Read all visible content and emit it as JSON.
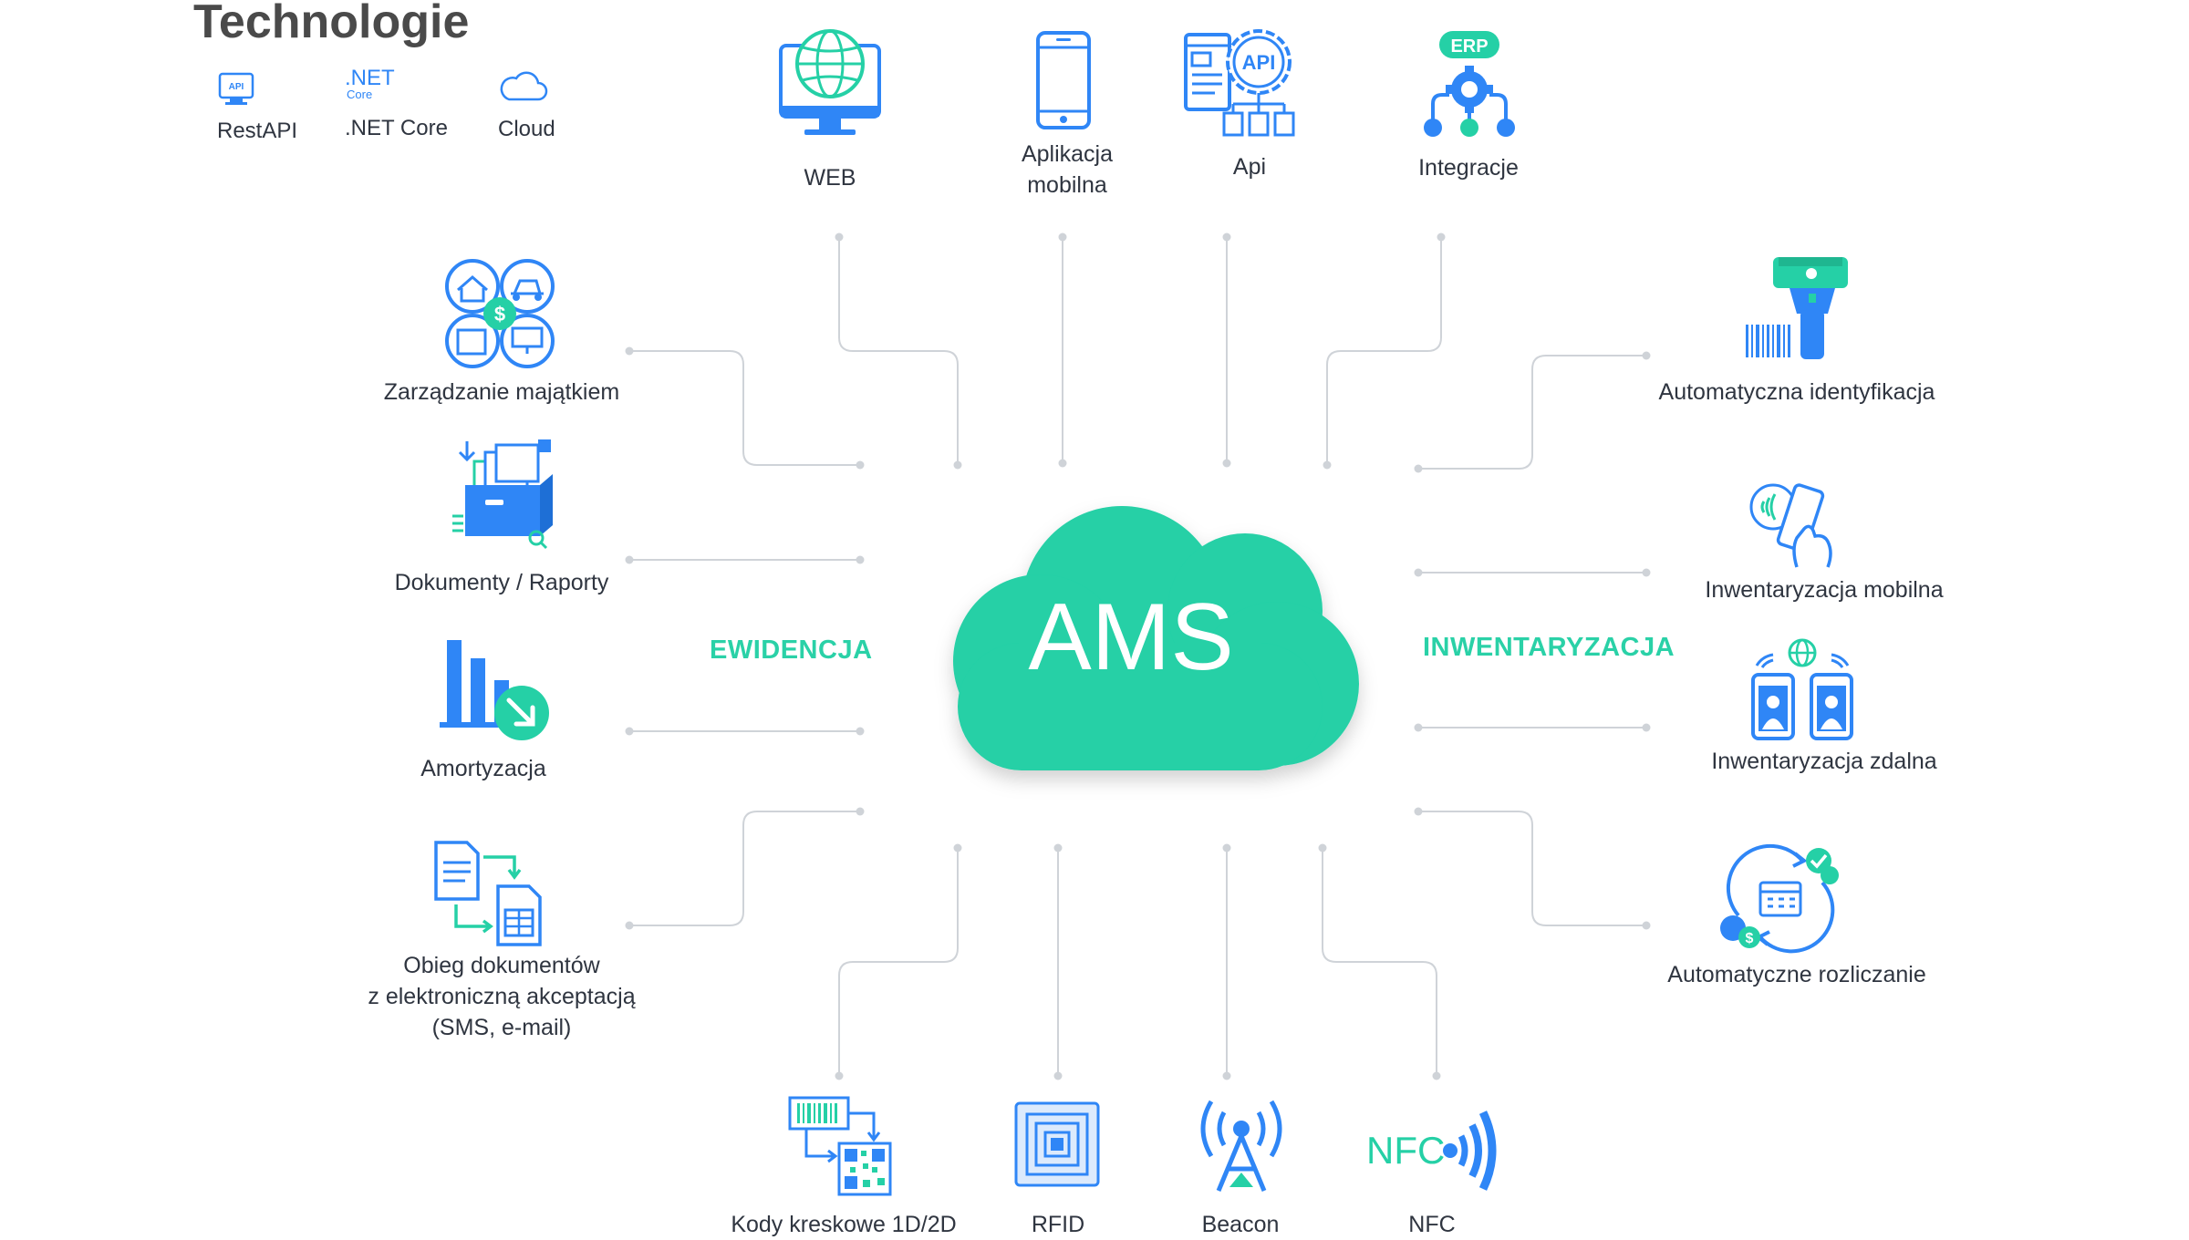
{
  "title": "Technologie",
  "technologies": [
    {
      "label": "RestAPI",
      "icon": "api-icon",
      "icon_text": "API"
    },
    {
      "label": ".NET Core",
      "icon": "dotnet-icon",
      "icon_text": ".NET",
      "icon_subtext": "Core"
    },
    {
      "label": "Cloud",
      "icon": "cloud-small-icon"
    }
  ],
  "center": {
    "label": "AMS",
    "color": "#25d0a6"
  },
  "sections": {
    "left": "EWIDENCJA",
    "right": "INWENTARYZACJA"
  },
  "top_items": [
    {
      "label": "WEB",
      "icon": "web-globe-icon"
    },
    {
      "label_line1": "Aplikacja",
      "label_line2": "mobilna",
      "icon": "smartphone-icon"
    },
    {
      "label": "Api",
      "icon": "api-gear-icon",
      "icon_text": "API"
    },
    {
      "label": "Integracje",
      "icon": "erp-integration-icon",
      "icon_text": "ERP"
    }
  ],
  "left_items": [
    {
      "label": "Zarządzanie majątkiem",
      "icon": "asset-management-icon"
    },
    {
      "label": "Dokumenty / Raporty",
      "icon": "documents-box-icon"
    },
    {
      "label": "Amortyzacja",
      "icon": "depreciation-chart-icon"
    },
    {
      "label_line1": "Obieg dokumentów",
      "label_line2": "z elektroniczną akceptacją",
      "label_line3": "(SMS, e-mail)",
      "icon": "document-flow-icon"
    }
  ],
  "right_items": [
    {
      "label": "Automatyczna identyfikacja",
      "icon": "barcode-scanner-icon"
    },
    {
      "label": "Inwentaryzacja mobilna",
      "icon": "mobile-nfc-hand-icon"
    },
    {
      "label": "Inwentaryzacja zdalna",
      "icon": "remote-inventory-icon"
    },
    {
      "label": "Automatyczne rozliczanie",
      "icon": "auto-settlement-icon"
    }
  ],
  "bottom_items": [
    {
      "label": "Kody kreskowe 1D/2D",
      "icon": "barcode-qr-icon"
    },
    {
      "label": "RFID",
      "icon": "rfid-tag-icon"
    },
    {
      "label": "Beacon",
      "icon": "beacon-antenna-icon"
    },
    {
      "label": "NFC",
      "icon": "nfc-icon",
      "icon_text": "NFC"
    }
  ],
  "colors": {
    "blue": "#2f86f6",
    "teal": "#25d0a6",
    "line": "#cfd3d8",
    "text": "#2f3540",
    "title": "#4a4a4a"
  }
}
